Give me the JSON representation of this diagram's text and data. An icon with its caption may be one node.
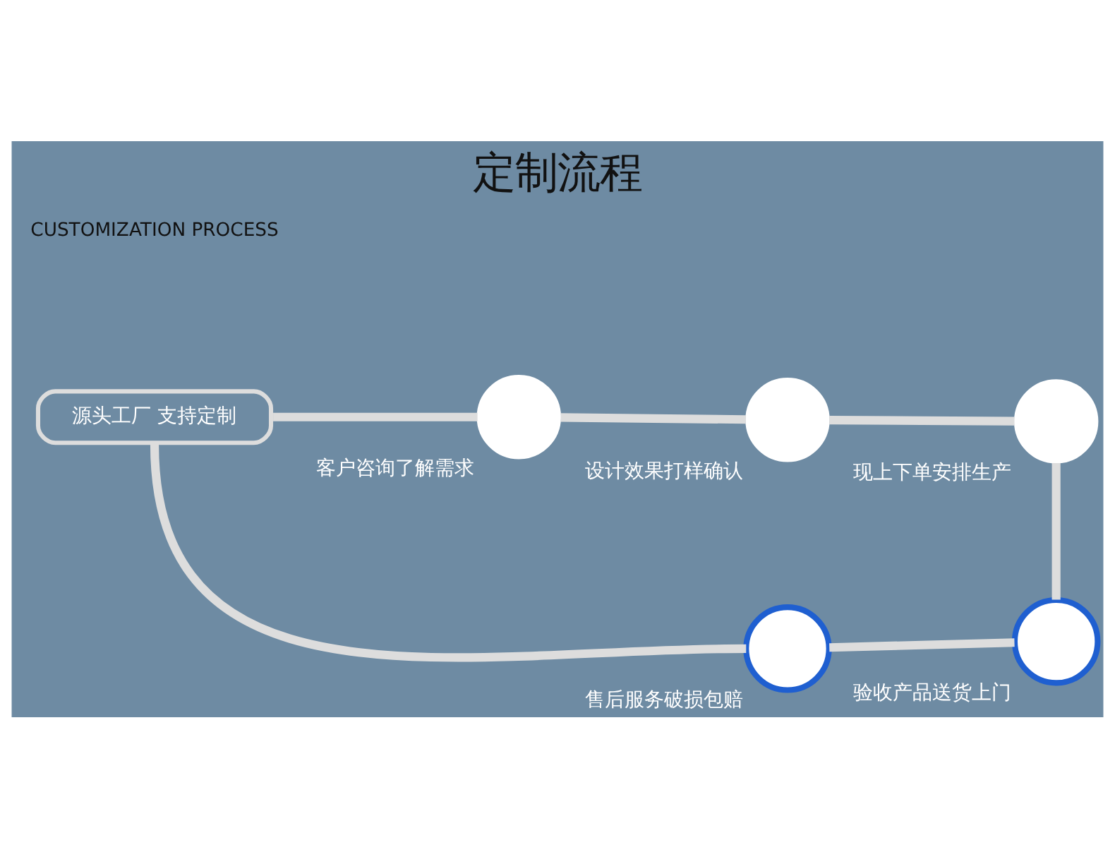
{
  "diagram": {
    "title": "定制流程",
    "nodes": [
      {
        "text": [],
        "shape": "circle",
        "beside": [
          "客户咨询了解需求"
        ]
      },
      {
        "text": [],
        "shape": "circle",
        "beside": [
          "设计效果打样确认"
        ]
      },
      {
        "text": [],
        "shape": "circle",
        "beside": [
          "现上下单安排生产"
        ]
      },
      {
        "text": [
          "源头工厂 支持定制"
        ]
      },
      {
        "text": [],
        "shape": "circle",
        "beside": [
          "售后服务破损包赔"
        ]
      },
      {
        "text": [],
        "shape": "circle",
        "beside": [
          "验收产品送货上门"
        ]
      }
    ],
    "edges": [
      {
        "from": 3,
        "to": 0,
        "arrow": "none"
      },
      {
        "from": 0,
        "to": 1,
        "arrow": "none"
      },
      {
        "from": 1,
        "to": 2,
        "arrow": "none"
      },
      {
        "from": 2,
        "to": 5,
        "arrow": "none"
      },
      {
        "from": 5,
        "to": 4,
        "arrow": "none"
      },
      {
        "from": 4,
        "to": 3,
        "arrow": "none"
      }
    ],
    "labels": [
      "CUSTOMIZATION PROCESS"
    ]
  }
}
